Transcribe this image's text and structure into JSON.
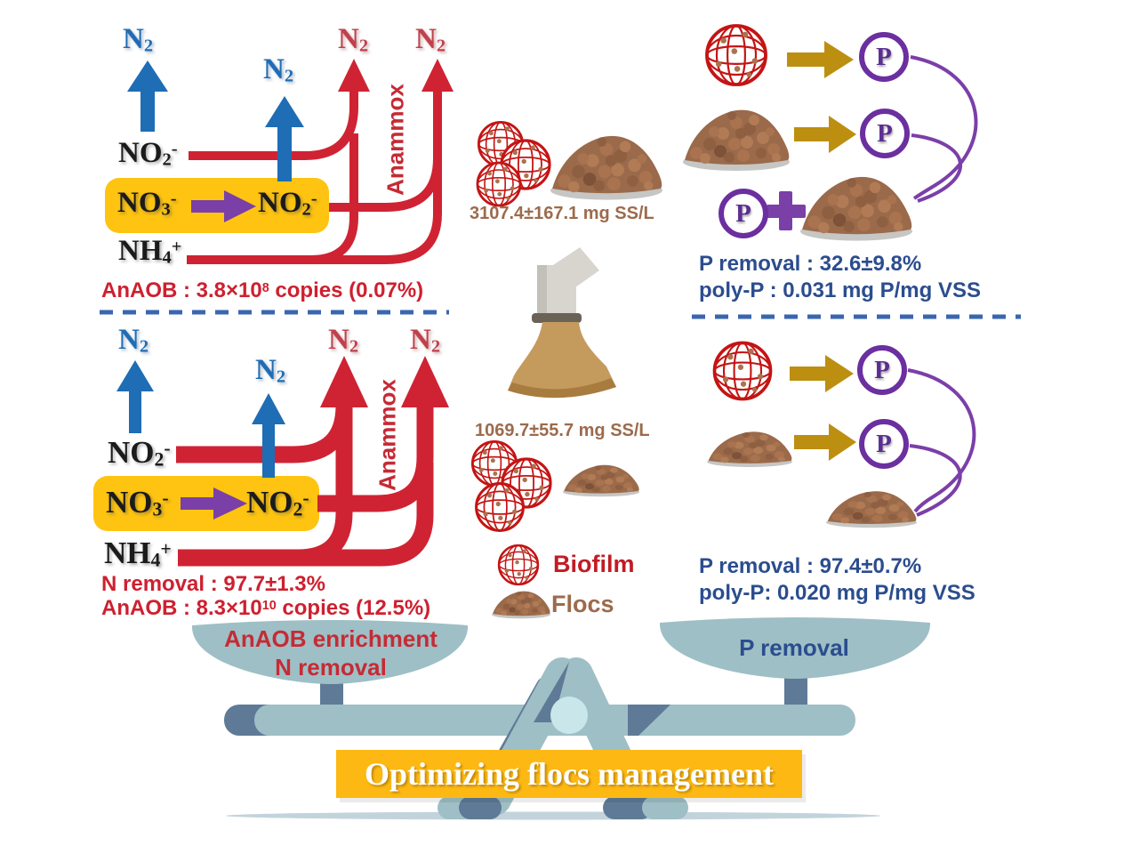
{
  "figure": {
    "chem": {
      "n2": {
        "base": "N",
        "sub": "2"
      },
      "no2": {
        "base": "NO",
        "sub": "2",
        "sup": "-"
      },
      "no3": {
        "base": "NO",
        "sub": "3",
        "sup": "-"
      },
      "nh4": {
        "base": "NH",
        "sub": "4",
        "sup": "+"
      },
      "p": "P"
    },
    "top_panel": {
      "anammox": "Anammox",
      "anaob": {
        "prefix": "AnAOB : 3.8×10",
        "exp": "8",
        "suffix": " copies (0.07%)"
      }
    },
    "bottom_panel": {
      "anammox": "Anammox",
      "n_removal": "N removal : 97.7±1.3%",
      "anaob": {
        "prefix": "AnAOB : 8.3×10",
        "exp": "10",
        "suffix": " copies (12.5%)"
      }
    },
    "middle": {
      "ss_top": "3107.4±167.1 mg SS/L",
      "ss_bottom": "1069.7±55.7 mg SS/L",
      "legend_biofilm": "Biofilm",
      "legend_flocs": "Flocs"
    },
    "right_top": {
      "p_removal": "P removal : 32.6±9.8%",
      "poly_p": "poly-P : 0.031 mg P/mg VSS"
    },
    "right_bottom": {
      "p_removal": "P removal : 97.4±0.7%",
      "poly_p": "poly-P: 0.020 mg P/mg VSS"
    },
    "scale": {
      "left_line1": "AnAOB enrichment",
      "left_line2": "N removal",
      "right_line": "P removal",
      "banner": "Optimizing flocs management"
    },
    "colors": {
      "arrow_red": "#CF2333",
      "n2_label_red": "#C0404C",
      "text_red": "#CE2030",
      "arrow_blue": "#1E6DB5",
      "text_dark_blue": "#2B4D8E",
      "divider_blue": "#3A66B0",
      "purple": "#7B3FA8",
      "p_circle_purple": "#6B2FA0",
      "gold_arrow": "#BD8F11",
      "yellow_box": "#FEC411",
      "banner_yellow": "#FDB813",
      "brown_text": "#9C6B4C",
      "floc_brown": "#9A6A4B",
      "biofilm_red": "#C41414",
      "scale_light": "#9EBFC5",
      "scale_dark": "#5F7A96"
    }
  }
}
